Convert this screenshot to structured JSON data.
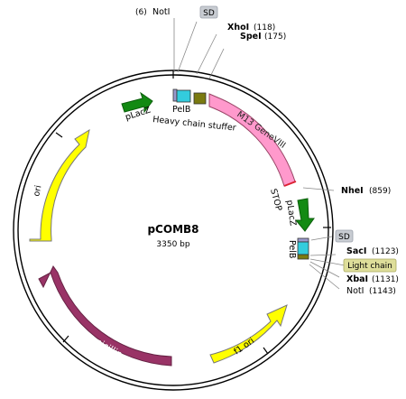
{
  "plasmid": {
    "name": "pCOMB8",
    "length_label": "3350 bp"
  },
  "sites": [
    {
      "name": "NotI",
      "pos": "(6)",
      "bold": false
    },
    {
      "name": "SD",
      "badge": true
    },
    {
      "name": "XhoI",
      "pos": "(118)",
      "bold": true
    },
    {
      "name": "SpeI",
      "pos": "(175)",
      "bold": true
    },
    {
      "name": "NheI",
      "pos": "(859)",
      "bold": true
    },
    {
      "name": "SD",
      "badge": true
    },
    {
      "name": "SacI",
      "pos": "(1123)",
      "bold": true
    },
    {
      "name": "Light chain",
      "badge": true
    },
    {
      "name": "XbaI",
      "pos": "(1131)",
      "bold": true
    },
    {
      "name": "NotI",
      "pos": "(1143)",
      "bold": false
    }
  ],
  "features": [
    {
      "name": "pLacZ",
      "color": "#138a13"
    },
    {
      "name": "PelB",
      "color": "#33ccdd"
    },
    {
      "name": "Heavy chain stuffer",
      "color": "#7a7a10"
    },
    {
      "name": "M13 GeneVIII",
      "color": "#ff99cc"
    },
    {
      "name": "STOP",
      "color": "#dd2233"
    },
    {
      "name": "pLacZ",
      "color": "#138a13"
    },
    {
      "name": "PelB",
      "color": "#33ccdd"
    },
    {
      "name": "f1 ori",
      "color": "#ffff00"
    },
    {
      "name": "Ampicillin",
      "color": "#993366"
    },
    {
      "name": "ori",
      "color": "#ffff00"
    }
  ],
  "colors": {
    "badge_gray": "#c8ccd2",
    "badge_olive": "#dede9a"
  }
}
